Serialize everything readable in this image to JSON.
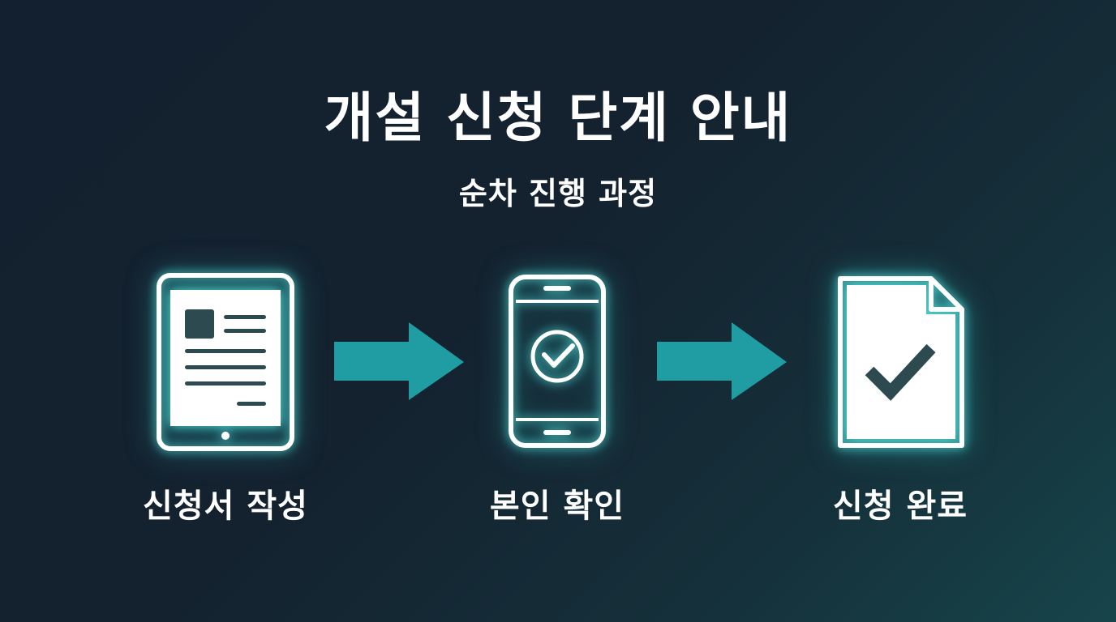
{
  "header": {
    "title": "개설 신청 단계 안내",
    "subtitle": "순차 진행 과정"
  },
  "steps": [
    {
      "label": "신청서 작성",
      "icon": "tablet-form-icon"
    },
    {
      "label": "본인 확인",
      "icon": "phone-check-icon"
    },
    {
      "label": "신청 완료",
      "icon": "document-check-icon"
    }
  ],
  "colors": {
    "accent": "#1f9da2",
    "glow": "#5ae6e1",
    "icon_fill": "#ffffff",
    "icon_dark": "#2c4a50",
    "background": "#14222f"
  }
}
